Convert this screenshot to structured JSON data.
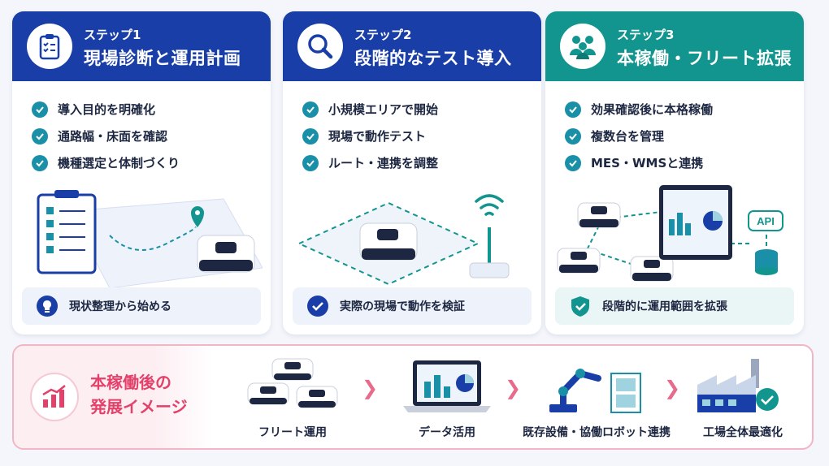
{
  "steps": [
    {
      "step_label": "ステップ1",
      "title": "現場診断と運用計画",
      "items": [
        "導入目的を明確化",
        "通路幅・床面を確認",
        "機種選定と体制づくり"
      ],
      "footer": "現状整理から始める",
      "icon": "clipboard-icon",
      "color": "#1a3ea7"
    },
    {
      "step_label": "ステップ2",
      "title": "段階的なテスト導入",
      "items": [
        "小規模エリアで開始",
        "現場で動作テスト",
        "ルート・連携を調整"
      ],
      "footer": "実際の現場で動作を検証",
      "icon": "magnifier-icon",
      "color": "#1a3ea7"
    },
    {
      "step_label": "ステップ3",
      "title": "本稼働・フリート拡張",
      "items": [
        "効果確認後に本格稼働",
        "複数台を管理",
        "MES・WMSと連携"
      ],
      "footer": "段階的に運用範囲を拡張",
      "icon": "team-icon",
      "color": "#13958f"
    }
  ],
  "step3_api_label": "API",
  "bottom": {
    "title_line1": "本稼働後の",
    "title_line2": "発展イメージ",
    "stages": [
      "フリート運用",
      "データ活用",
      "既存設備・協働ロボット連携",
      "工場全体最適化"
    ]
  },
  "colors": {
    "navy": "#1a3ea7",
    "teal": "#13958f",
    "pink": "#e3416a"
  }
}
